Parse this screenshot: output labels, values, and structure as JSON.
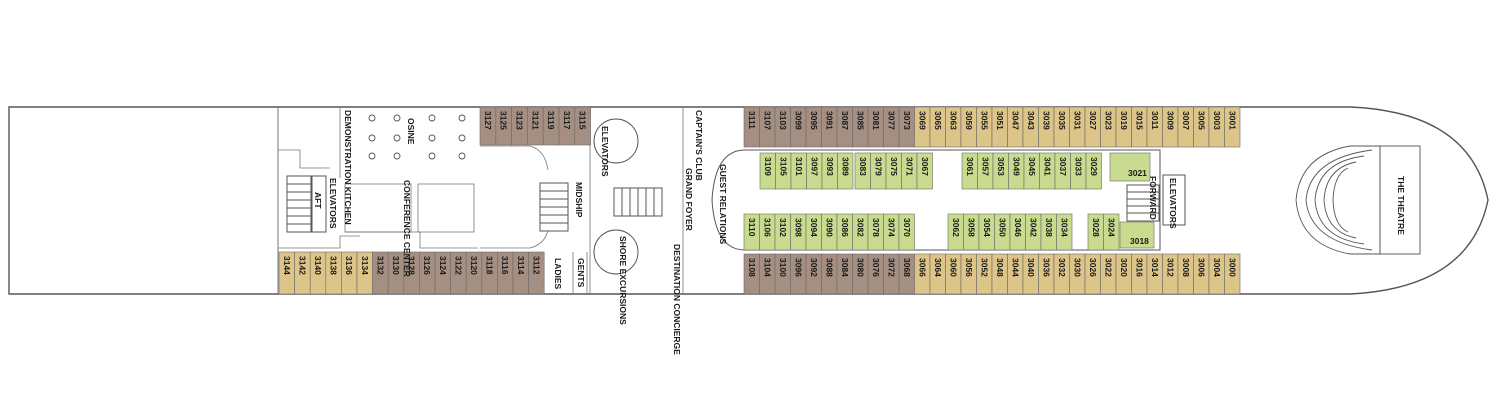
{
  "colors": {
    "veranda": "#ddc58a",
    "oceanview": "#a48f82",
    "inside": "#c9db8e",
    "hull": "#ffffff",
    "outline": "#555555"
  },
  "labels": {
    "demonstration_kitchen": "DEMONSTRATION KITCHEN",
    "osine": "OSINE",
    "conference_center": "CONFERENCE CENTER",
    "elevators_aft": "ELEVATORS",
    "aft": "AFT",
    "midship": "MIDSHIP",
    "elevators_mid": "ELEVATORS",
    "shore_excursions": "SHORE EXCURSIONS",
    "ladies": "LADIES",
    "gents": "GENTS",
    "captains_club": "CAPTAIN'S CLUB",
    "grand_foyer": "GRAND FOYER",
    "destination_concierge": "DESTINATION CONCIERGE",
    "guest_relations": "GUEST RELATIONS",
    "elevators_fwd": "ELEVATORS",
    "forward": "FORWARD",
    "the_theatre": "THE THEATRE"
  },
  "cabins": {
    "aft_top": [
      "3127",
      "3125",
      "3123",
      "3121",
      "3119",
      "3117",
      "3115"
    ],
    "aft_bottom": [
      "3144",
      "3142",
      "3140",
      "3138",
      "3136",
      "3134",
      "3132",
      "3130",
      "3128",
      "3126",
      "3124",
      "3122",
      "3120",
      "3118",
      "3116",
      "3114",
      "3112"
    ],
    "aft_bottom_types": [
      "veranda",
      "veranda",
      "veranda",
      "veranda",
      "veranda",
      "veranda",
      "oceanview",
      "oceanview",
      "oceanview",
      "oceanview",
      "oceanview",
      "oceanview",
      "oceanview",
      "oceanview",
      "oceanview",
      "oceanview",
      "oceanview"
    ],
    "fwd_top": [
      "3111",
      "3107",
      "3103",
      "3099",
      "3095",
      "3091",
      "3087",
      "3085",
      "3081",
      "3077",
      "3073",
      "3069",
      "3065",
      "3063",
      "3059",
      "3055",
      "3051",
      "3047",
      "3043",
      "3039",
      "3035",
      "3031",
      "3027",
      "3023",
      "3019",
      "3015",
      "3011",
      "3009",
      "3007",
      "3005",
      "3003",
      "3001"
    ],
    "fwd_top_types": [
      "oceanview",
      "oceanview",
      "oceanview",
      "oceanview",
      "oceanview",
      "oceanview",
      "oceanview",
      "oceanview",
      "oceanview",
      "oceanview",
      "oceanview",
      "veranda",
      "veranda",
      "veranda",
      "veranda",
      "veranda",
      "veranda",
      "veranda",
      "veranda",
      "veranda",
      "veranda",
      "veranda",
      "veranda",
      "veranda",
      "veranda",
      "veranda",
      "veranda",
      "veranda",
      "veranda",
      "veranda",
      "veranda",
      "veranda"
    ],
    "fwd_bottom": [
      "3108",
      "3104",
      "3100",
      "3096",
      "3092",
      "3088",
      "3084",
      "3080",
      "3076",
      "3072",
      "3068",
      "3066",
      "3064",
      "3060",
      "3056",
      "3052",
      "3048",
      "3044",
      "3040",
      "3036",
      "3032",
      "3030",
      "3026",
      "3022",
      "3020",
      "3016",
      "3014",
      "3012",
      "3008",
      "3006",
      "3004",
      "3000"
    ],
    "fwd_bottom_types": [
      "oceanview",
      "oceanview",
      "oceanview",
      "oceanview",
      "oceanview",
      "oceanview",
      "oceanview",
      "oceanview",
      "oceanview",
      "oceanview",
      "oceanview",
      "veranda",
      "veranda",
      "veranda",
      "veranda",
      "veranda",
      "veranda",
      "veranda",
      "veranda",
      "veranda",
      "veranda",
      "veranda",
      "veranda",
      "veranda",
      "veranda",
      "veranda",
      "veranda",
      "veranda",
      "veranda",
      "veranda",
      "veranda",
      "veranda"
    ],
    "inner_top_a": [
      "3109",
      "3105",
      "3101",
      "3097",
      "3093",
      "3089"
    ],
    "inner_top_b": [
      "3083",
      "3079",
      "3075",
      "3071",
      "3067"
    ],
    "inner_top_c": [
      "3061",
      "3057",
      "3053",
      "3049",
      "3045",
      "3041",
      "3037",
      "3033",
      "3029"
    ],
    "inner_top_acc": "3021",
    "inner_bot_a": [
      "3110",
      "3106",
      "3102",
      "3098",
      "3094",
      "3090",
      "3086",
      "3082",
      "3078",
      "3074",
      "3070"
    ],
    "inner_bot_b": [
      "3062",
      "3058",
      "3054",
      "3050",
      "3046",
      "3042",
      "3038",
      "3034"
    ],
    "inner_bot_c": [
      "3028",
      "3024"
    ],
    "inner_bot_acc": "3018"
  }
}
